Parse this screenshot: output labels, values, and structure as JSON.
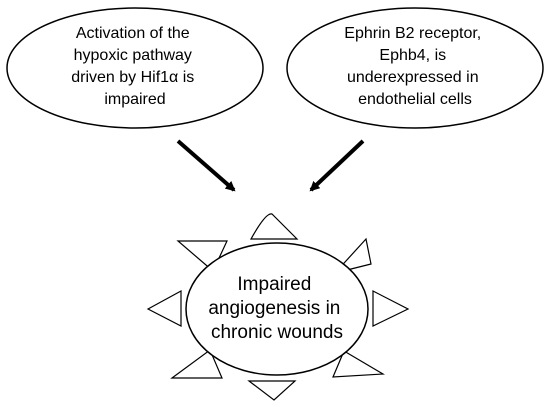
{
  "diagram": {
    "nodes": [
      {
        "id": "hypoxic",
        "lines": [
          "Activation of the",
          "hypoxic pathway",
          "driven by Hif1α is",
          "impaired"
        ]
      },
      {
        "id": "ephrin",
        "lines": [
          "Ephrin B2 receptor,",
          "Ephb4, is",
          "underexpressed in",
          "endothelial cells"
        ]
      },
      {
        "id": "outcome",
        "lines": [
          "Impaired",
          "angiogenesis in",
          "chronic wounds"
        ]
      }
    ],
    "edges": [
      {
        "from": "hypoxic",
        "to": "outcome"
      },
      {
        "from": "ephrin",
        "to": "outcome"
      }
    ],
    "colors": {
      "stroke": "#000000",
      "fill": "#ffffff"
    }
  }
}
